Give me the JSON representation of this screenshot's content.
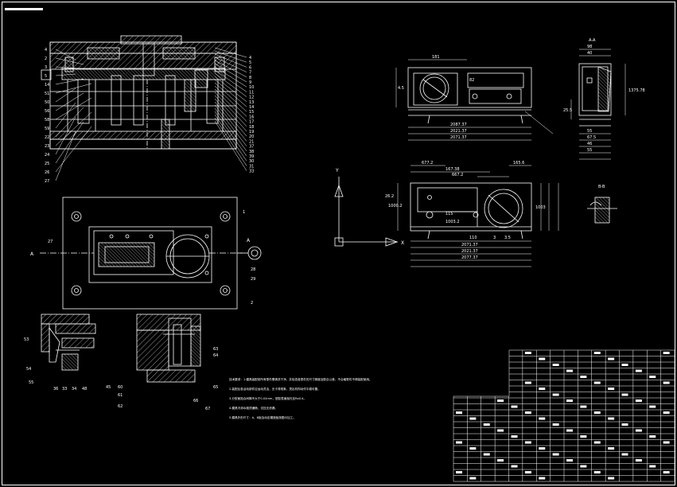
{
  "colors": {
    "background": "#000000",
    "line": "#ffffff",
    "dim": "#ffffff"
  },
  "drawing": {
    "section_mark": "A",
    "section_mark_right": "A",
    "section_title_top": "A-A",
    "section_title_small": "B-B",
    "main_callouts_right": [
      "4",
      "5",
      "6",
      "7",
      "8",
      "9",
      "10",
      "11",
      "12",
      "13",
      "14",
      "15",
      "16",
      "17",
      "18",
      "19",
      "20",
      "21",
      "37",
      "38",
      "39",
      "30",
      "31",
      "33"
    ],
    "main_callouts_left": [
      "4",
      "2",
      "3",
      "5",
      "14",
      "51",
      "50",
      "56",
      "58",
      "59",
      "22",
      "23",
      "24",
      "25",
      "26",
      "27"
    ],
    "plan_callouts": [
      "27",
      "28",
      "29",
      "1",
      "2"
    ],
    "detail_callouts": [
      "53",
      "54",
      "55",
      "36",
      "33",
      "34",
      "48",
      "45",
      "60",
      "61",
      "62",
      "63",
      "64",
      "65",
      "66",
      "67"
    ],
    "dims_top_view": [
      "181",
      "2087.37",
      "2021.37",
      "2071.37",
      "4.5",
      "82"
    ],
    "dims_front_view": [
      "677.2",
      "167.38",
      "667.2",
      "165.6",
      "1000.2",
      "1003",
      "110",
      "3",
      "3.5",
      "2071.37",
      "2021.37",
      "2077.37",
      "26.2",
      "115",
      "1003.2"
    ],
    "dims_side_view": [
      "98",
      "40",
      "55",
      "67.5",
      "46",
      "55",
      "1375.78",
      "25.5"
    ],
    "axis_label_y": "Y",
    "axis_label_x": "X"
  },
  "notes": {
    "line1": "技术要求：1.模具装配前所有零件需清洗干净，并检查各零件的尺寸精度及配合公差，不合格零件不得装配使用。",
    "line2": "2.装配后各活动部件应运动灵活，无卡滞现象，顶出机构动作平稳可靠。",
    "line3": "3.分型面贴合间隙不大于0.02mm，型腔表面抛光至Ra0.4。",
    "line4": "4.模具冷却水路须通畅，试压无泄漏。",
    "line5": "5.模具外形尺寸：A、B板及动定模座板按图示加工。"
  },
  "title_block": {
    "rows": 22,
    "cols": 16
  }
}
